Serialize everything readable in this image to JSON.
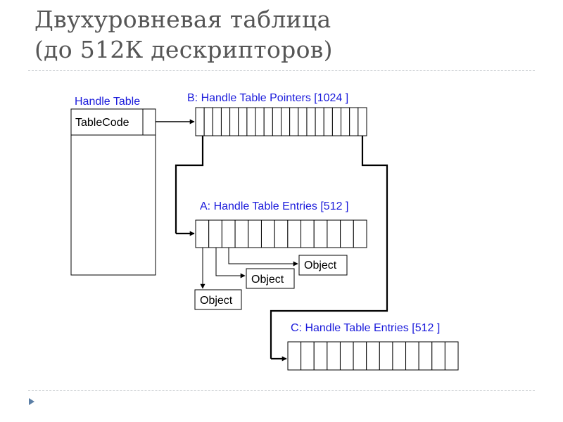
{
  "slide": {
    "title_line1": "Двухуровневая таблица",
    "title_line2": "(до 512К дескрипторов)"
  },
  "diagram": {
    "handle_table": {
      "label": "Handle Table",
      "table_code": "TableCode"
    },
    "pointers_array": {
      "label": "B: Handle Table Pointers [1024 ]"
    },
    "entries_a": {
      "label": "A: Handle Table Entries [512 ]"
    },
    "entries_c": {
      "label": "C: Handle Table Entries [512 ]"
    },
    "objects": [
      {
        "label": "Object"
      },
      {
        "label": "Object"
      },
      {
        "label": "Object"
      }
    ]
  },
  "colors": {
    "label_blue": "#1a1adb",
    "title_gray": "#555555",
    "divider": "#c8ccd0",
    "marker": "#5b7fa6"
  }
}
